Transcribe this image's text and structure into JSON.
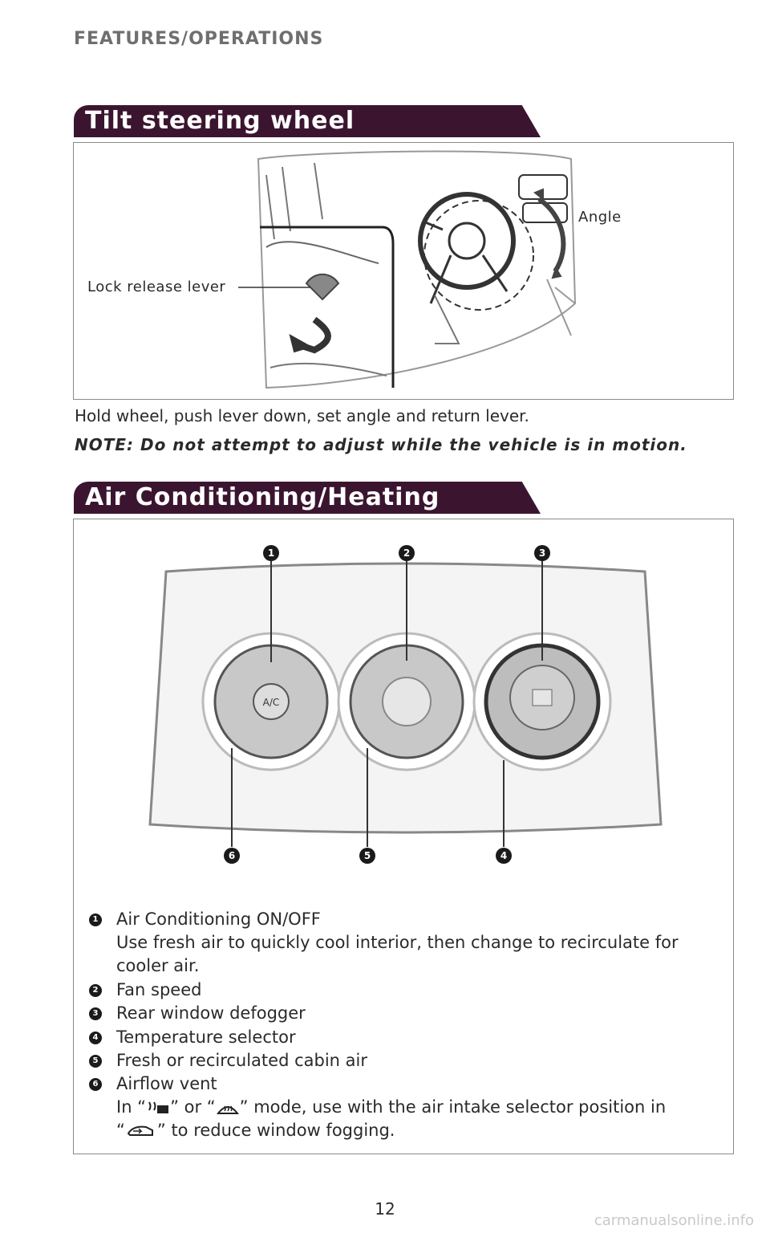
{
  "header": {
    "section": "FEATURES/OPERATIONS"
  },
  "tilt": {
    "title": "Tilt steering wheel",
    "callout_lock": "Lock release lever",
    "callout_angle": "Angle",
    "instruction": "Hold wheel, push lever down, set angle and return lever.",
    "note": "NOTE: Do not attempt to adjust while the vehicle is in motion."
  },
  "ac": {
    "title": "Air Conditioning/Heating",
    "badges_top": [
      "1",
      "2",
      "3"
    ],
    "badges_bottom": [
      "6",
      "5",
      "4"
    ],
    "knob_label": "A/C",
    "items": [
      {
        "num": "1",
        "label": "Air Conditioning ON/OFF",
        "desc": "Use fresh air to quickly cool interior, then change to recirculate for cooler air."
      },
      {
        "num": "2",
        "label": "Fan speed"
      },
      {
        "num": "3",
        "label": "Rear window defogger"
      },
      {
        "num": "4",
        "label": "Temperature selector"
      },
      {
        "num": "5",
        "label": "Fresh or recirculated cabin air"
      },
      {
        "num": "6",
        "label": "Airflow vent"
      }
    ],
    "airflow": {
      "p1": "In “",
      "p2": "” or “",
      "p3": "” mode, use with the air intake selector position in",
      "p4": "“",
      "p5": "” to reduce window fogging."
    },
    "icons": [
      "defrost-floor-icon",
      "windshield-defrost-icon",
      "fresh-air-intake-icon"
    ]
  },
  "footer": {
    "page_number": "12",
    "watermark": "carmanualsonline.info"
  }
}
